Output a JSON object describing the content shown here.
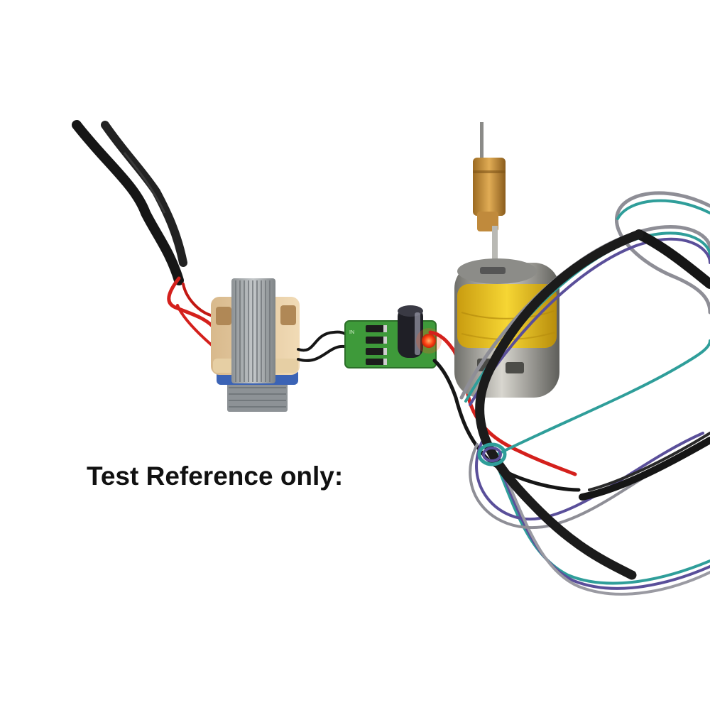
{
  "caption": "Test Reference only:",
  "colors": {
    "background": "#ffffff",
    "caption_text": "#111111",
    "pcb_green": "#3e9a3a",
    "motor_tape_yellow": "#f3cf1e",
    "brass_collet": "#c8923a",
    "wire_red": "#d4201c",
    "wire_black": "#161616",
    "wire_teal": "#2f9e9a",
    "wire_purple": "#5a4f9a",
    "wire_grey": "#8e8e96",
    "transformer_core": "#a9aeb1",
    "led_red": "#ff3a10"
  },
  "objects": [
    "transformer",
    "rectifier-board",
    "dc-motor",
    "power-cable",
    "output-cable"
  ]
}
